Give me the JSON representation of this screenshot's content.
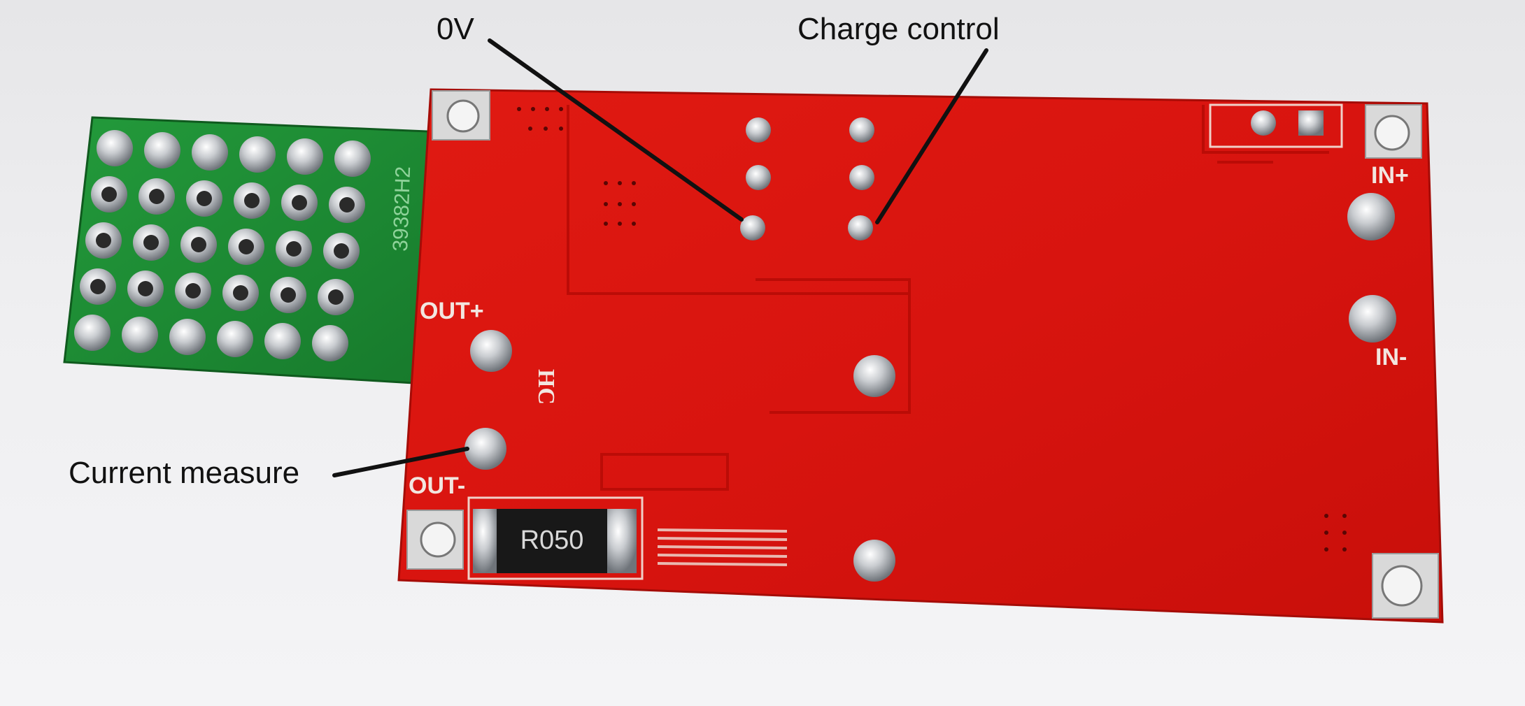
{
  "annotations": {
    "zero_volt": "0V",
    "charge_control": "Charge control",
    "current_measure": "Current measure"
  },
  "board_silkscreen": {
    "out_plus": "OUT+",
    "out_minus": "OUT-",
    "in_plus": "IN+",
    "in_minus": "IN-",
    "maker_mark": "HC",
    "resistor_code": "R050"
  },
  "perfboard_silkscreen": {
    "part_code": "39382H2"
  },
  "colors": {
    "background": "#ececee",
    "main_board": "#d8140f",
    "main_board_trace": "#b80a06",
    "perfboard": "#1f8a35",
    "solder": "#c9ccd0",
    "callout_text": "#111111",
    "silkscreen": "#f2e6e0"
  },
  "icons": {
    "pad": "solder-pad-icon",
    "mounting_hole": "mounting-hole-icon"
  }
}
